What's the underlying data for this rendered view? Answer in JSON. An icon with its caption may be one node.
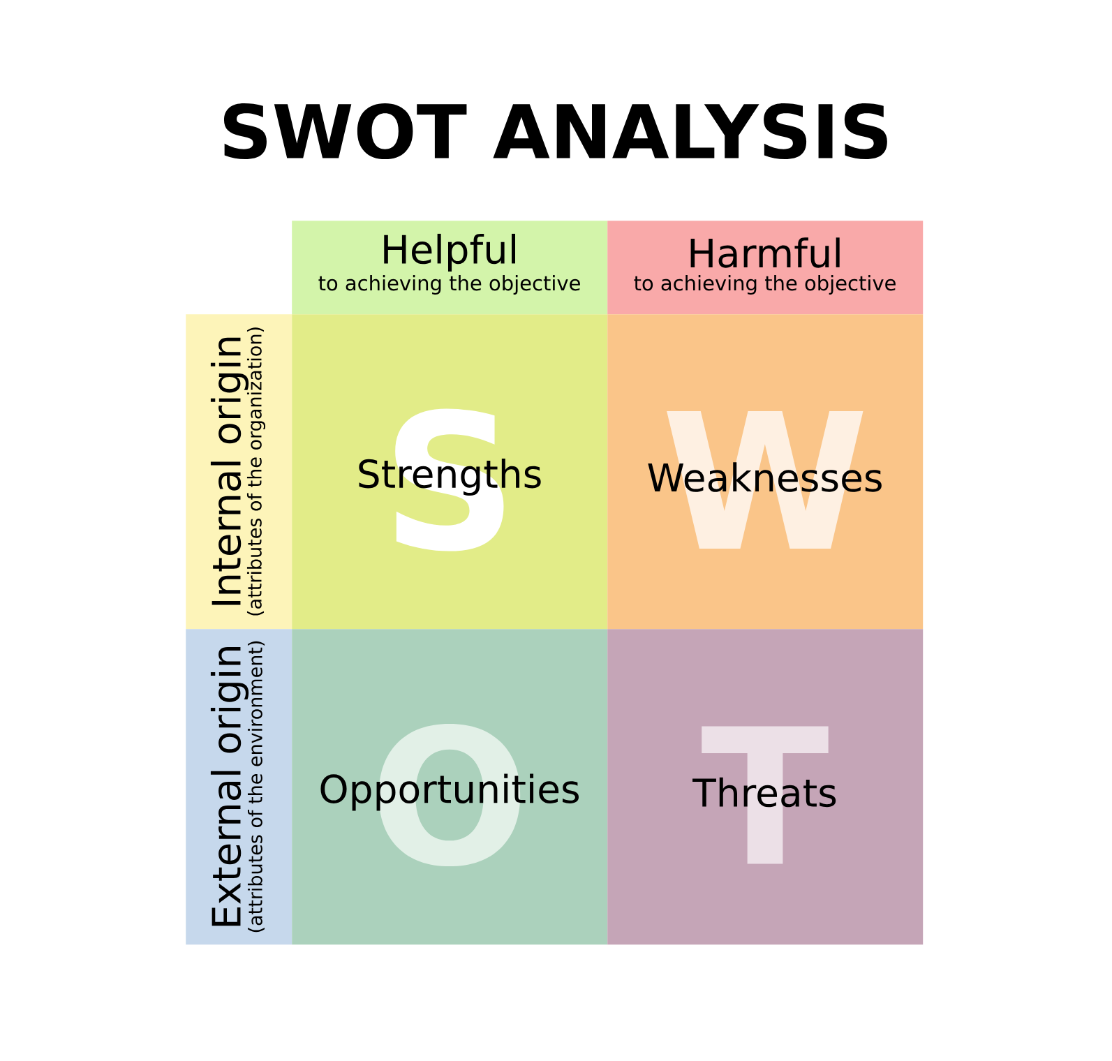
{
  "diagram": {
    "title": "SWOT ANALYSIS",
    "nodes": [
      {
        "text": [
          "Helpful",
          "to achieving the objective"
        ]
      },
      {
        "text": [
          "Harmful",
          "to achieving the objective"
        ]
      },
      {
        "text": [
          "Internal origin",
          "(attributes of the organization)"
        ]
      },
      {
        "text": [
          "S",
          "Strengths"
        ]
      },
      {
        "text": [
          "W",
          "Weaknesses"
        ]
      },
      {
        "text": [
          "External origin",
          "(attributes of the environment)"
        ]
      },
      {
        "text": [
          "O",
          "Opportunities"
        ]
      },
      {
        "text": [
          "T",
          "Threats"
        ]
      }
    ]
  }
}
